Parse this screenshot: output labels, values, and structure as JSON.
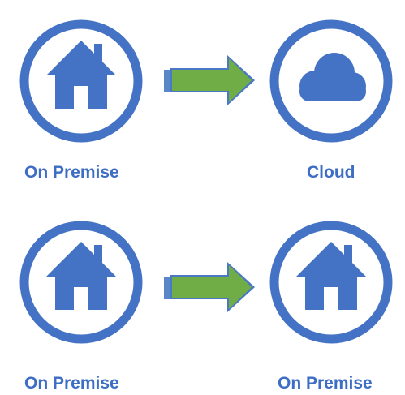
{
  "colors": {
    "badge_blue": "#4472c4",
    "label_blue": "#3d6dc4",
    "arrow_green": "#70ad47",
    "arrow_shadow": "#5b87c9"
  },
  "rows": [
    {
      "source": {
        "label": "On Premise",
        "icon": "house-icon"
      },
      "target": {
        "label": "Cloud",
        "icon": "cloud-icon"
      }
    },
    {
      "source": {
        "label": "On Premise",
        "icon": "house-icon"
      },
      "target": {
        "label": "On Premise",
        "icon": "house-icon"
      }
    }
  ]
}
